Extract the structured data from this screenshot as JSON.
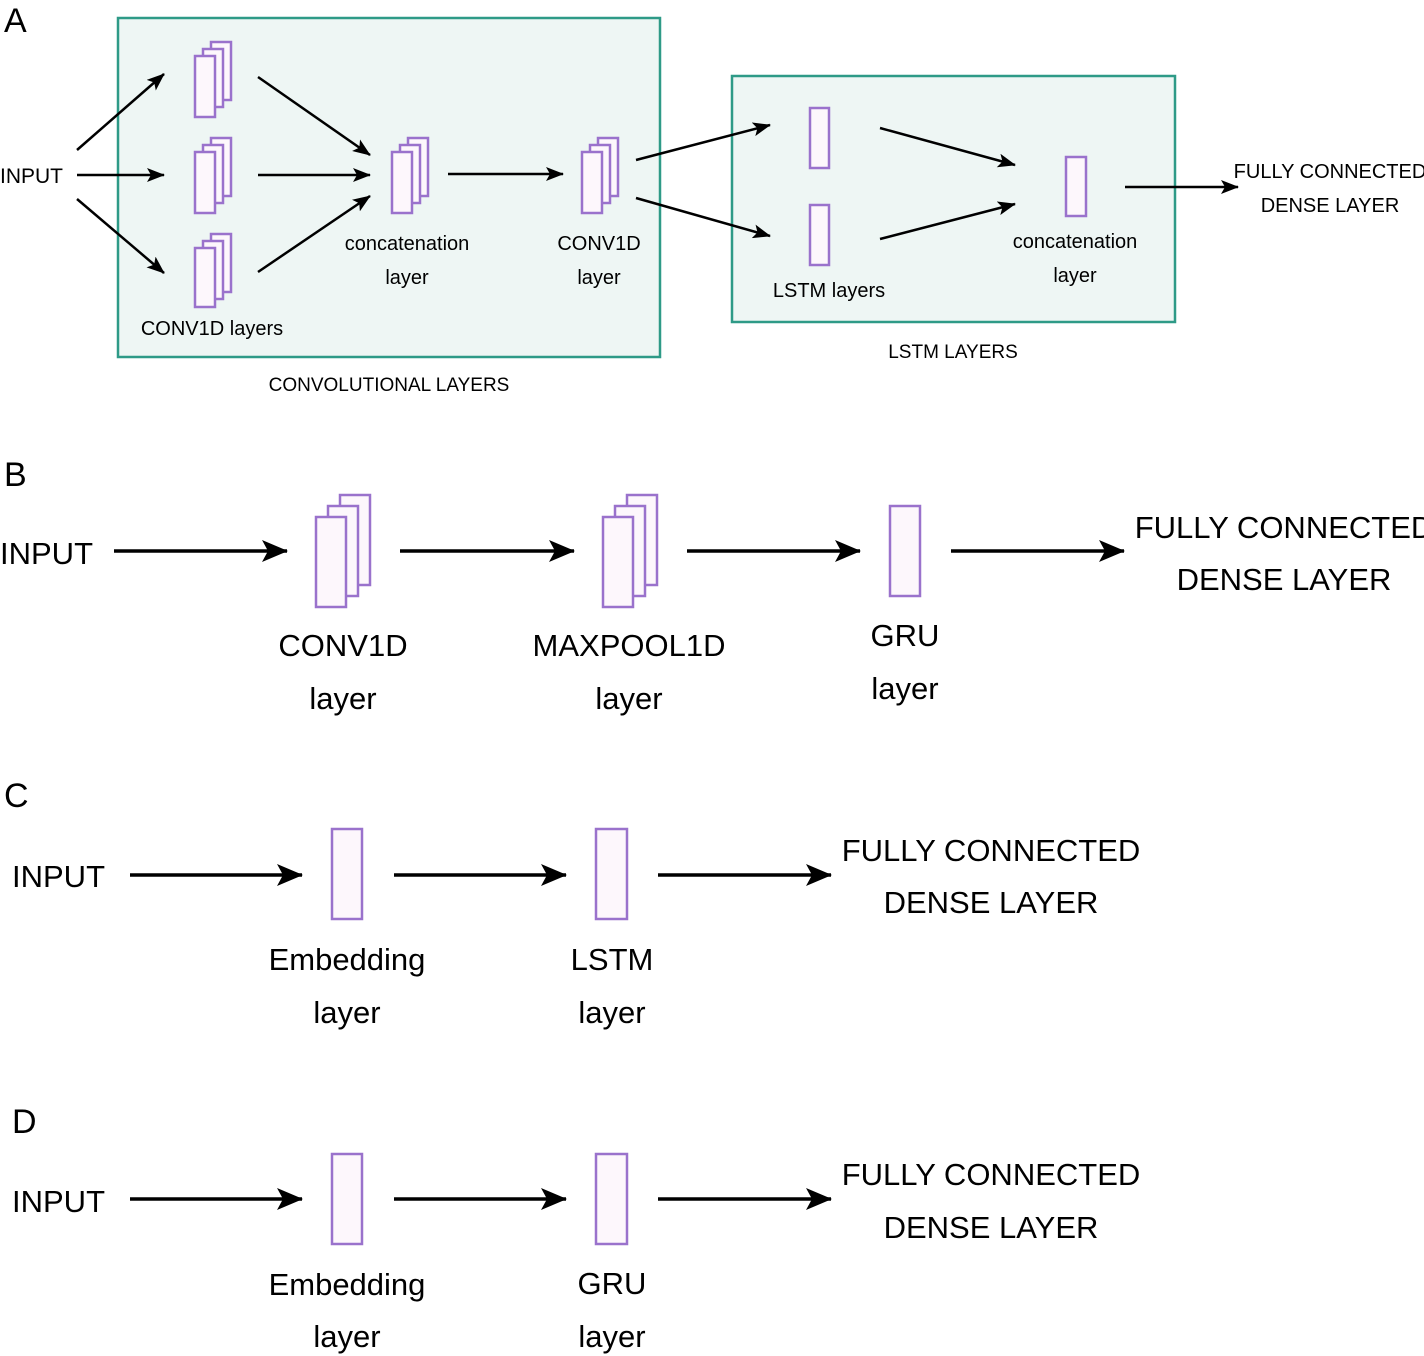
{
  "colors": {
    "background": "#ffffff",
    "group_box_fill": "#eef6f4",
    "group_box_stroke": "#2e9a87",
    "layer_fill": "#fdf7fc",
    "layer_stroke": "#9a72cc",
    "arrow": "#000000",
    "text": "#000000"
  },
  "panel_a": {
    "letter": "A",
    "input": "INPUT",
    "conv_group_title": "CONVOLUTIONAL LAYERS",
    "conv1d_layers_label": "CONV1D layers",
    "concat1_line1": "concatenation",
    "concat1_line2": "layer",
    "conv1d_line1": "CONV1D",
    "conv1d_line2": "layer",
    "lstm_group_title": "LSTM LAYERS",
    "lstm_layers_label": "LSTM layers",
    "concat2_line1": "concatenation",
    "concat2_line2": "layer",
    "output_line1": "FULLY CONNECTED",
    "output_line2": "DENSE LAYER"
  },
  "panel_b": {
    "letter": "B",
    "input": "INPUT",
    "layer1_line1": "CONV1D",
    "layer1_line2": "layer",
    "layer2_line1": "MAXPOOL1D",
    "layer2_line2": "layer",
    "layer3_line1": "GRU",
    "layer3_line2": "layer",
    "output_line1": "FULLY CONNECTED",
    "output_line2": "DENSE LAYER"
  },
  "panel_c": {
    "letter": "C",
    "input": "INPUT",
    "layer1_line1": "Embedding",
    "layer1_line2": "layer",
    "layer2_line1": "LSTM",
    "layer2_line2": "layer",
    "output_line1": "FULLY CONNECTED",
    "output_line2": "DENSE LAYER"
  },
  "panel_d": {
    "letter": "D",
    "input": "INPUT",
    "layer1_line1": "Embedding",
    "layer1_line2": "layer",
    "layer2_line1": "GRU",
    "layer2_line2": "layer",
    "output_line1": "FULLY CONNECTED",
    "output_line2": "DENSE LAYER"
  }
}
